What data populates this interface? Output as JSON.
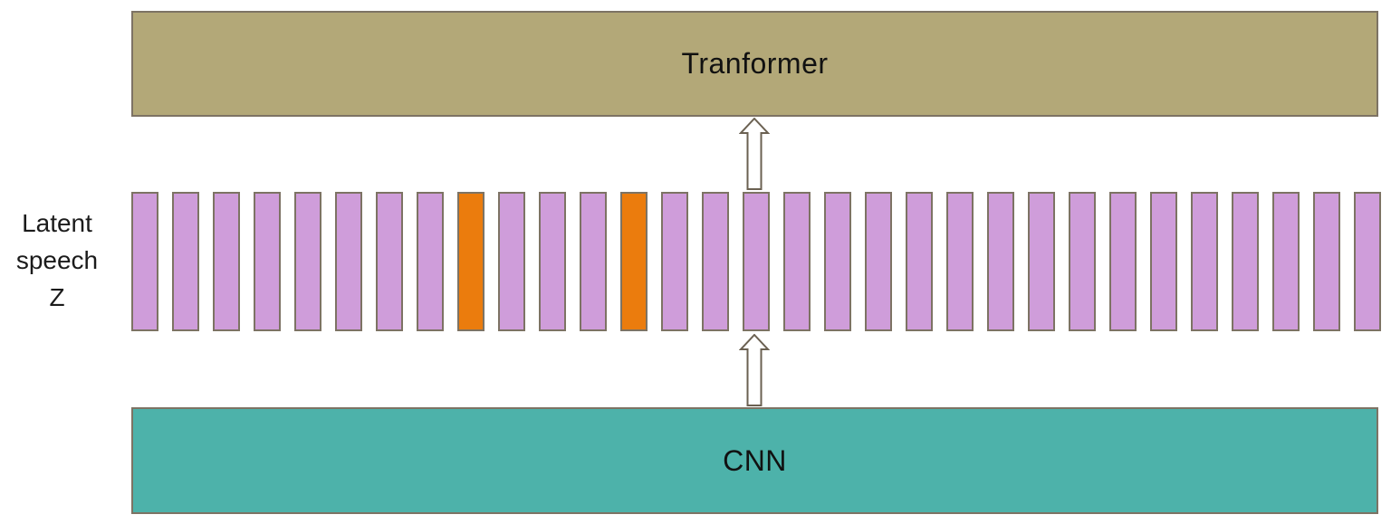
{
  "diagram": {
    "background": "#ffffff",
    "box_border_color": "#7d7364",
    "transformer_box": {
      "label": "Tranformer",
      "fill": "#b3a878"
    },
    "cnn_box": {
      "label": "CNN",
      "fill": "#4db2aa"
    },
    "latent_label": {
      "text": "Latent speech Z",
      "lines": [
        "Latent",
        "speech",
        "Z"
      ]
    },
    "bars": {
      "count": 31,
      "highlighted_indices": [
        9,
        13
      ],
      "fill": "#cf9dda",
      "highlight_fill": "#eb7c0d",
      "border": "#7d7364"
    },
    "arrows": {
      "fill": "#ffffff",
      "outline": "#6b6152",
      "items": [
        {
          "name": "cnn-to-latent",
          "direction": "up"
        },
        {
          "name": "latent-to-transformer",
          "direction": "up"
        }
      ]
    }
  }
}
